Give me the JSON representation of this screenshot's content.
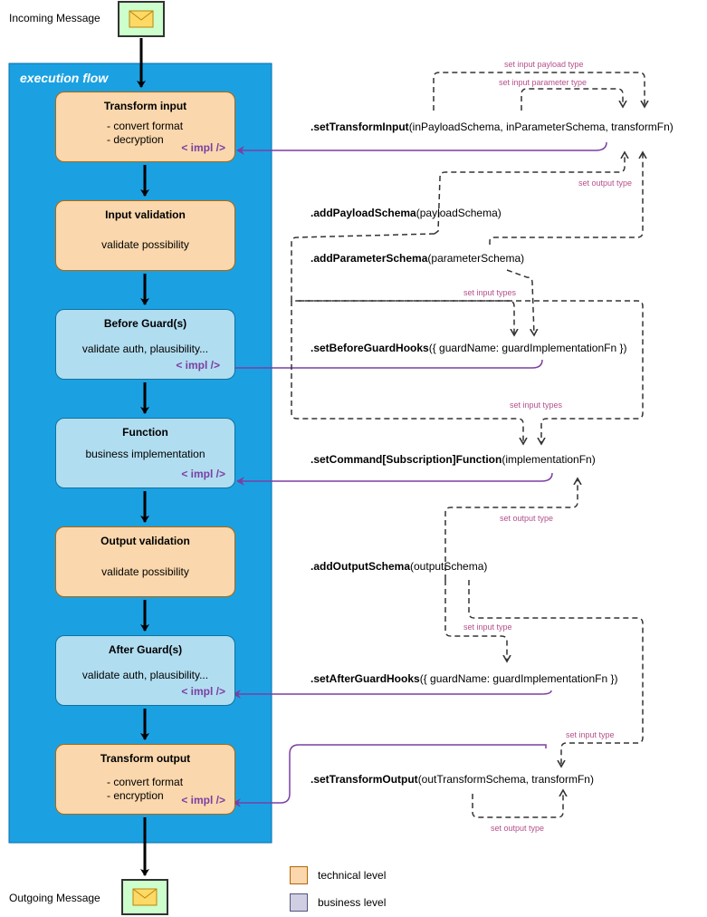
{
  "endpoints": {
    "incoming": "Incoming Message",
    "outgoing": "Outgoing Message"
  },
  "flow": {
    "title": "execution flow",
    "impl_tag": "< impl />",
    "steps": [
      {
        "title": "Transform input",
        "items": [
          "- convert format",
          "- decryption"
        ],
        "level": "technical"
      },
      {
        "title": "Input validation",
        "desc": "validate possibility",
        "level": "technical"
      },
      {
        "title": "Before Guard(s)",
        "desc": "validate auth, plausibility...",
        "level": "business"
      },
      {
        "title": "Function",
        "desc": "business implementation",
        "level": "business"
      },
      {
        "title": "Output validation",
        "desc": "validate possibility",
        "level": "technical"
      },
      {
        "title": "After Guard(s)",
        "desc": "validate auth, plausibility...",
        "level": "business"
      },
      {
        "title": "Transform output",
        "items": [
          "- convert format",
          "- encryption"
        ],
        "level": "technical"
      }
    ]
  },
  "api": [
    {
      "method": ".setTransformInput",
      "args": "(inPayloadSchema, inParameterSchema, transformFn)"
    },
    {
      "method": ".addPayloadSchema",
      "args": "(payloadSchema)"
    },
    {
      "method": ".addParameterSchema",
      "args": "(parameterSchema)"
    },
    {
      "method": ".setBeforeGuardHooks",
      "args": "({ guardName: guardImplementationFn })"
    },
    {
      "method": ".setCommand[Subscription]Function",
      "args": "(implementationFn)"
    },
    {
      "method": ".addOutputSchema",
      "args": "(outputSchema)"
    },
    {
      "method": ".setAfterGuardHooks",
      "args": "({ guardName: guardImplementationFn })"
    },
    {
      "method": ".setTransformOutput",
      "args": "(outTransformSchema, transformFn)"
    }
  ],
  "notes": [
    "set input payload type",
    "set input parameter type",
    "set output type",
    "set input types",
    "set input types",
    "set output type",
    "set input type",
    "set input type",
    "set output type"
  ],
  "legend": [
    {
      "label": "technical level",
      "color": "#fad7ac"
    },
    {
      "label": "business level",
      "color": "#d0cee2"
    }
  ],
  "colors": {
    "flow_bg": "#1ba1e2",
    "technical": "#fad7ac",
    "business": "#b1ddf0",
    "impl_arrow": "#7b3fa3",
    "note": "#b5508c",
    "envelope_bg": "#ccffcc"
  },
  "icons": {
    "envelope": "envelope-icon"
  }
}
